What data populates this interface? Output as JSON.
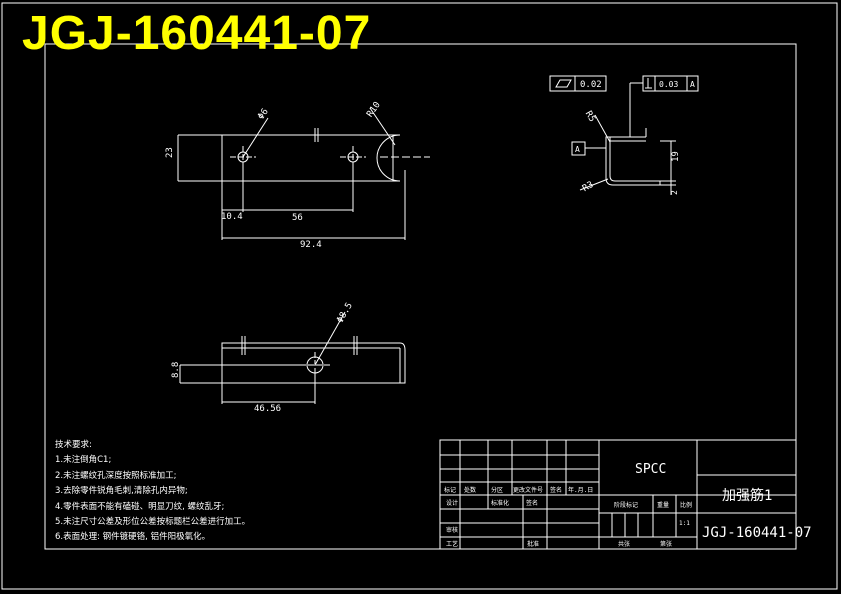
{
  "drawing_number_banner": "JGJ-160441-07",
  "view_front": {
    "dim_height": "23",
    "dim_hole": "Φ6",
    "dim_radius": "R10",
    "dim_offset": "10.4",
    "dim_pitch": "56",
    "dim_length": "92.4"
  },
  "view_top": {
    "dim_hole": "Φ8.5",
    "dim_offset": "8.8",
    "dim_position": "46.56"
  },
  "view_section": {
    "flatness_value": "0.02",
    "perp_value": "0.03",
    "perp_datum": "A",
    "datum_label": "A",
    "dim_r_top": "R5",
    "dim_r_bottom": "R3",
    "dim_height": "19",
    "dim_thickness": "2"
  },
  "notes": {
    "heading": "技术要求:",
    "items": [
      "1.未注倒角C1;",
      "2.未注螺纹孔深度按照标准加工;",
      "3.去除零件锐角毛刺,清除孔内异物;",
      "4.零件表面不能有磕碰、明显刀纹, 螺纹乱牙;",
      "5.未注尺寸公差及形位公差按标题栏公差进行加工。",
      "6.表面处理: 钢件镀硬铬, 铝件阳极氧化。"
    ]
  },
  "title_block": {
    "material": "SPCC",
    "part_name": "加强筋1",
    "drawing_number": "JGJ-160441-07",
    "scale": "1:1",
    "headers": [
      "标记",
      "处数",
      "分区",
      "更改文件号",
      "签名",
      "年.月.日"
    ],
    "row_designer": "设计",
    "row_standard": "标准化",
    "row_signature": "签名",
    "stage_label": "阶段标记",
    "weight_label": "重量",
    "ratio_label": "比例",
    "review_label": "审核",
    "process_label": "工艺",
    "approve_label": "批准",
    "sheets_label": "共张",
    "sheet_label": "第张"
  }
}
